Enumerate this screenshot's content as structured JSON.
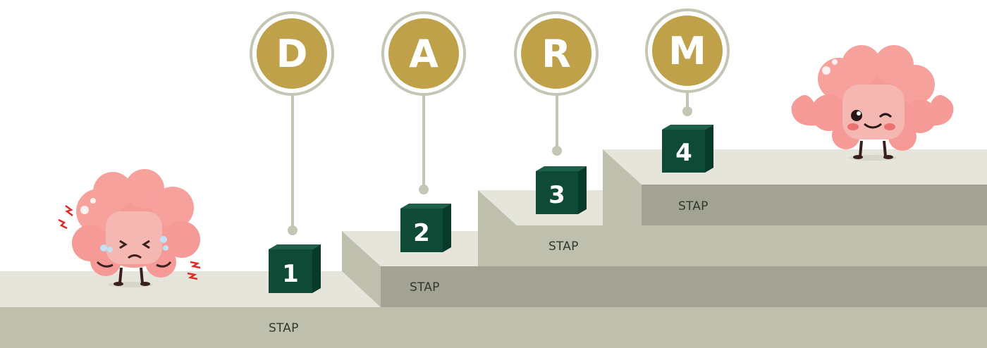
{
  "title_letters": [
    "D",
    "A",
    "R",
    "M"
  ],
  "steps": [
    {
      "number": "1",
      "label": "STAP"
    },
    {
      "number": "2",
      "label": "STAP"
    },
    {
      "number": "3",
      "label": "STAP"
    },
    {
      "number": "4",
      "label": "STAP"
    }
  ],
  "colors": {
    "gold": "#bfa14a",
    "cube_green": "#0e4a35",
    "stair_top": "#e6e5dc",
    "stair_front": "#bebfad",
    "stair_dark": "#a3a394",
    "line": "#c5c5b5",
    "gut_pink": "#f59a96"
  },
  "icons": {
    "left_character": "sad-intestine-icon",
    "right_character": "happy-strong-intestine-icon"
  }
}
